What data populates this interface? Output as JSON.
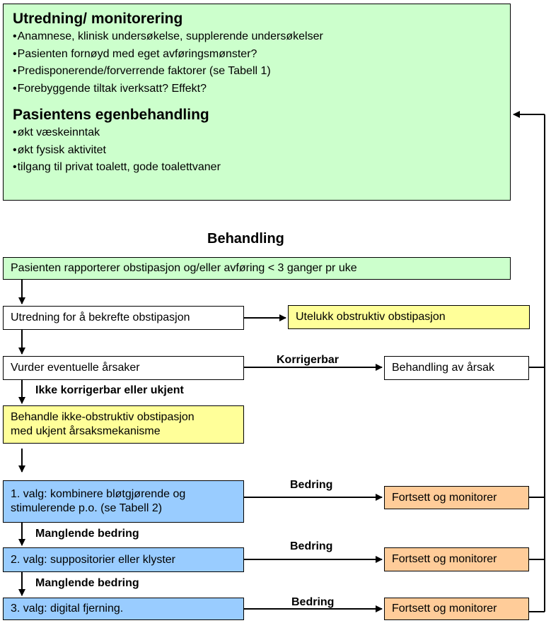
{
  "top_panel": {
    "heading1": "Utredning/ monitorering",
    "bullets1": [
      "Anamnese, klinisk undersøkelse, supplerende undersøkelser",
      "Pasienten fornøyd med eget avføringsmønster?",
      "Predisponerende/forverrende faktorer (se Tabell 1)",
      "Forebyggende tiltak iverksatt? Effekt?"
    ],
    "heading2": "Pasientens egenbehandling",
    "bullets2": [
      "økt væskeinntak",
      "økt fysisk aktivitet",
      "tilgang til privat toalett, gode toalettvaner"
    ]
  },
  "flow": {
    "title": "Behandling",
    "report": "Pasienten rapporterer obstipasjon og/eller avføring < 3 ganger pr uke",
    "confirm": "Utredning for å bekrefte obstipasjon",
    "exclude": "Utelukk obstruktiv obstipasjon",
    "causes": "Vurder eventuelle årsaker",
    "correctable_label": "Korrigerbar",
    "cause_treatment": "Behandling av årsak",
    "not_correctable_label": "Ikke korrigerbar eller ukjent",
    "treat_line1": "Behandle ikke-obstruktiv obstipasjon",
    "treat_line2": "med ukjent årsaksmekanisme",
    "choice1_line1": "1. valg: kombinere bløtgjørende og",
    "choice1_line2": "stimulerende p.o. (se Tabell 2)",
    "choice2": "2. valg: suppositorier eller klyster",
    "choice3": "3. valg: digital fjerning.",
    "improvement_label": "Bedring",
    "no_improvement_label": "Manglende bedring",
    "continue": "Fortsett og monitorer"
  }
}
